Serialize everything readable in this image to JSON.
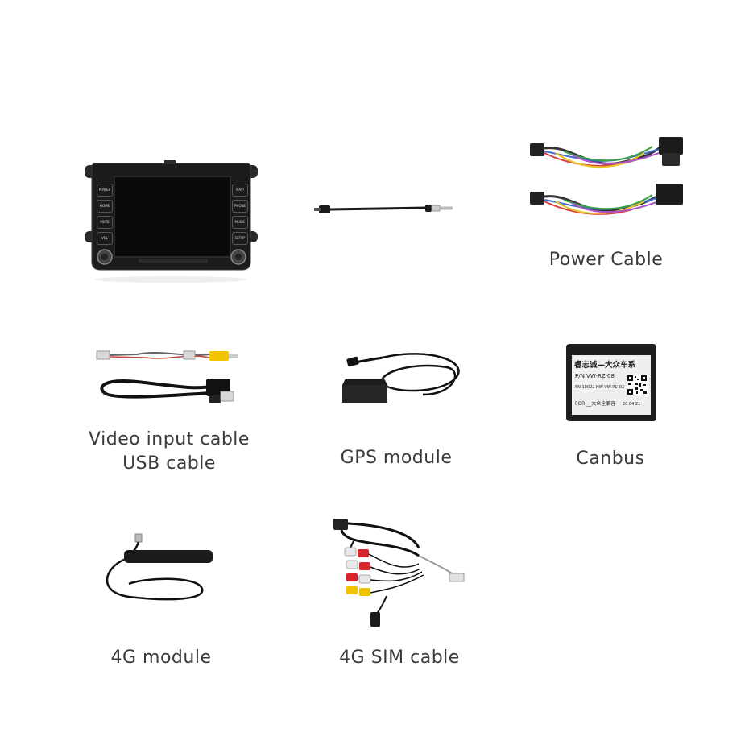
{
  "head_unit": {
    "left_buttons": [
      "POWER",
      "HOME",
      "MUTE",
      "VOL"
    ],
    "right_buttons": [
      "NAVI",
      "PHONE",
      "MUSIC",
      "SETUP"
    ]
  },
  "items": {
    "power_cable": {
      "label": "Power Cable"
    },
    "video_usb": {
      "label_line1": "Video input cable",
      "label_line2": "USB cable"
    },
    "gps_module": {
      "label": "GPS module"
    },
    "canbus": {
      "label": "Canbus",
      "box_title": "睿志诚—大众车系",
      "box_pn": "P/N VW-RZ-08",
      "box_sn": "SN 10022 HW VW-RC-03",
      "box_for": "FOR __大众全兼容",
      "box_date": "20.04.21"
    },
    "module_4g": {
      "label": "4G module"
    },
    "sim_cable": {
      "label": "4G SIM cable"
    }
  },
  "colors": {
    "text": "#3a3a3a",
    "device": "#1b1b1b",
    "cable": "#1a1a1a",
    "rca_yellow": "#f2c400",
    "rca_red": "#d6252b",
    "rca_white": "#e8e8e8"
  }
}
